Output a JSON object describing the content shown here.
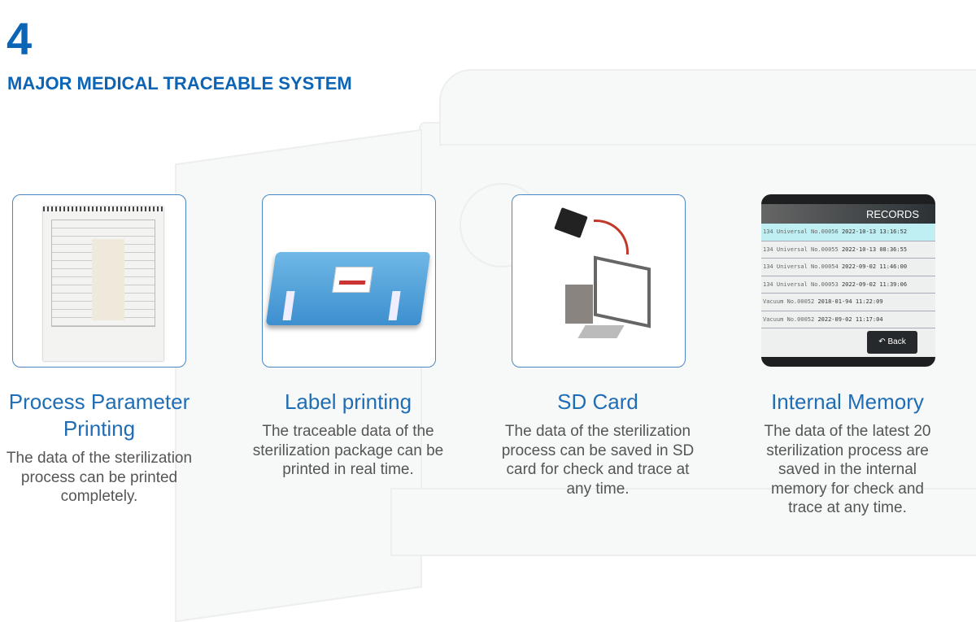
{
  "header": {
    "number": "4",
    "title": "MAJOR MEDICAL TRACEABLE SYSTEM"
  },
  "features": [
    {
      "title": "Process Parameter Printing",
      "desc": "The data of the sterilization process can be printed completely."
    },
    {
      "title": "Label printing",
      "desc": "The traceable data of the sterilization package can be printed in real time."
    },
    {
      "title": "SD Card",
      "desc": "The data of the sterilization process can be saved in SD card for check and trace at any time."
    },
    {
      "title": "Internal Memory",
      "desc": "The data of the latest 20 sterilization process are saved in the internal memory for check and trace at any time."
    }
  ],
  "records_screen": {
    "title": "RECORDS",
    "rows": [
      {
        "name": "134 Universal No.00056",
        "date": "2022-10-13",
        "time": "13:16:52"
      },
      {
        "name": "134 Universal No.00055",
        "date": "2022-10-13",
        "time": "08:36:55"
      },
      {
        "name": "134 Universal No.00054",
        "date": "2022-09-02",
        "time": "11:46:00"
      },
      {
        "name": "134 Universal No.00053",
        "date": "2022-09-02",
        "time": "11:39:06"
      },
      {
        "name": "Vacuum No.00052",
        "date": "2018-01-94",
        "time": "11:22:09"
      },
      {
        "name": "Vacuum No.00052",
        "date": "2022-09-02",
        "time": "11:17:04"
      }
    ],
    "back_label": "Back"
  }
}
